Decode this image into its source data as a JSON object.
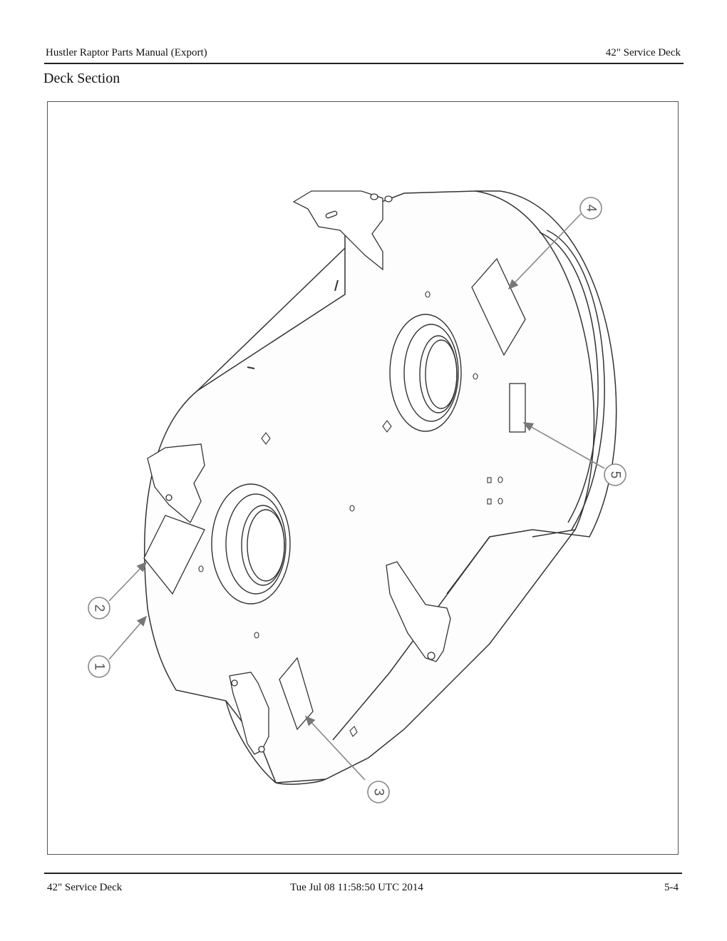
{
  "header": {
    "manual_title": "Hustler Raptor Parts Manual (Export)",
    "section_name": "42\" Service Deck"
  },
  "page_title": "Deck Section",
  "diagram": {
    "callouts": [
      "4",
      "5",
      "2",
      "1",
      "3"
    ]
  },
  "footer": {
    "section_name": "42\" Service Deck",
    "timestamp": "Tue Jul 08 11:58:50 UTC 2014",
    "page_number": "5-4"
  }
}
